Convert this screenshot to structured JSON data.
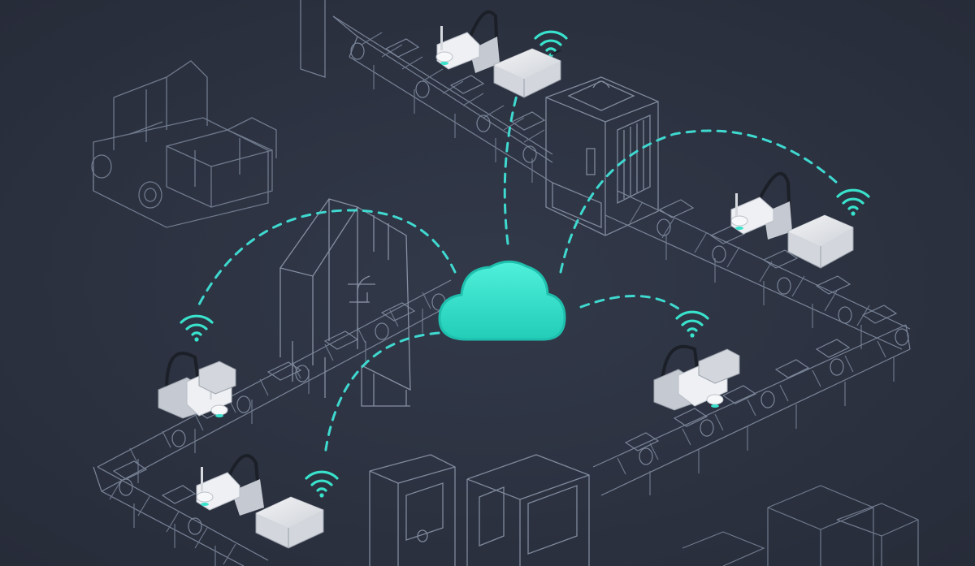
{
  "scene": {
    "description_free": true,
    "palette": {
      "background": "#2b3140",
      "outline": "#7d8799",
      "outline_faint": "#566073",
      "cloud": "#39e2cc",
      "cloud_edge": "#1fbfae",
      "link": "#3fd9d0",
      "robot_white": "#eef0f3",
      "robot_shadow": "#b9bfc8",
      "box_grey": "#d9dce2",
      "box_shadow": "#9aa0aa",
      "accent_teal": "#39e2cc"
    },
    "icons": {
      "cloud": "cloud-icon",
      "wifi": "wifi-icon",
      "robot": "scara-robot-arm",
      "controller": "controller-box",
      "forklift": "forklift-outline",
      "conveyor": "conveyor-belt-outline"
    }
  }
}
